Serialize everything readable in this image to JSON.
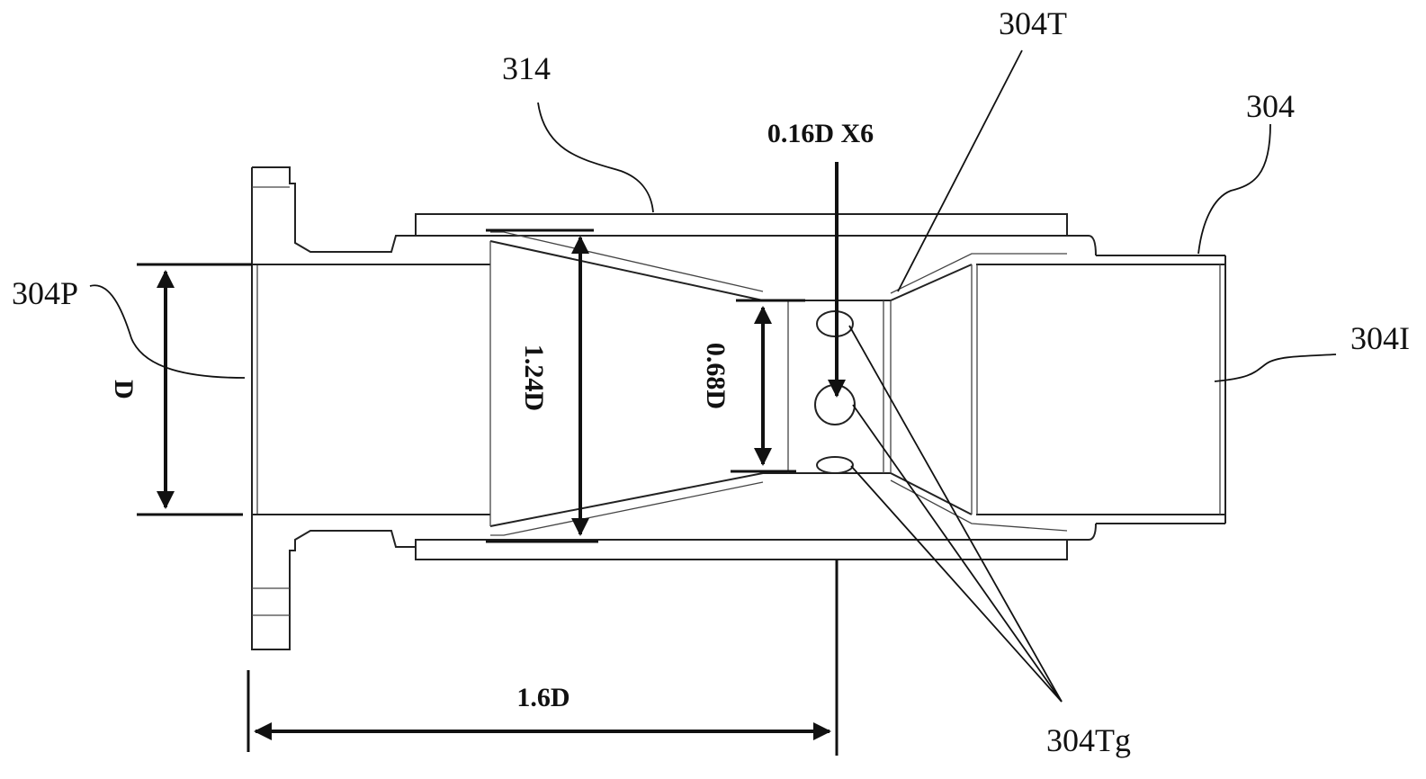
{
  "labels": {
    "ref_314": "314",
    "ref_304T": "304T",
    "ref_304": "304",
    "ref_304P": "304P",
    "ref_304I": "304I",
    "ref_304Tg": "304Tg",
    "dim_D": "D",
    "dim_1_24D": "1.24D",
    "dim_0_68D": "0.68D",
    "dim_0_16D_x6": "0.16D X6",
    "dim_1_6D": "1.6D"
  },
  "colors": {
    "ink": "#111111",
    "background": "#ffffff"
  }
}
